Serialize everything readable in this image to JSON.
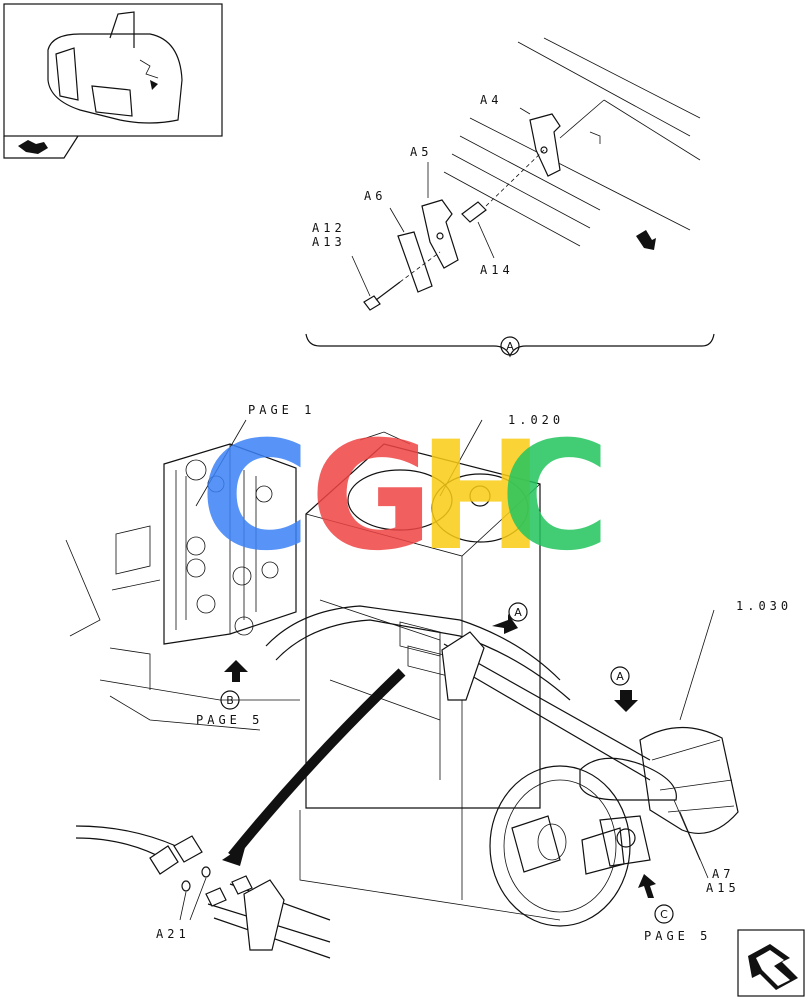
{
  "labels": {
    "a4": "A4",
    "a5": "A5",
    "a6": "A6",
    "a12_a13": [
      "A12",
      "A13"
    ],
    "a14": "A14",
    "page1": "PAGE 1",
    "ref_1020": "1.020",
    "ref_1030": "1.030",
    "page5_left": "PAGE 5",
    "page5_right": "PAGE 5",
    "a7_a15": [
      "A7",
      "A15"
    ],
    "a21": "A21"
  },
  "callouts": {
    "A_detail": "A",
    "A_arrow1": "A",
    "A_arrow2": "A",
    "B": "B",
    "C": "C"
  },
  "watermark": {
    "letters": [
      "C",
      "G",
      "H",
      "C"
    ],
    "colors": [
      "#3b82f6",
      "#ef4444",
      "#facc15",
      "#22c55e"
    ]
  }
}
